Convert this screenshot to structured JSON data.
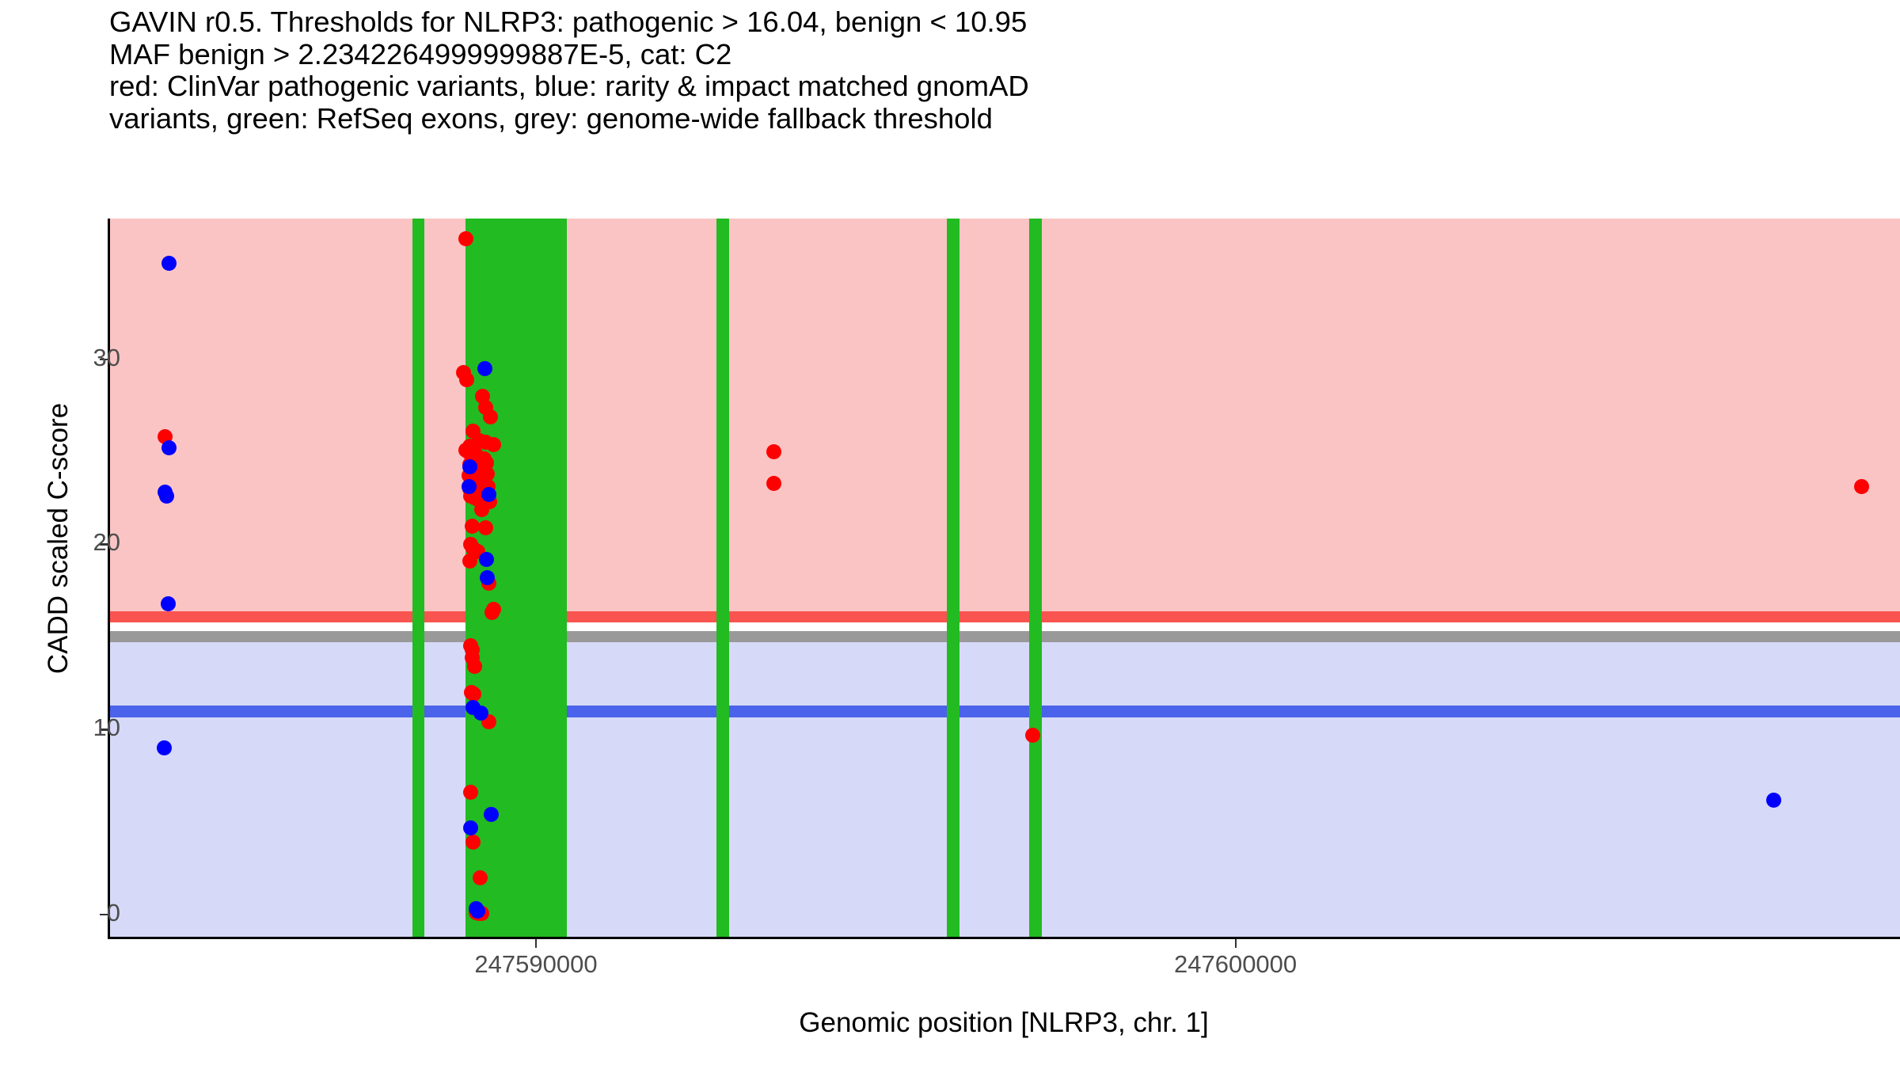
{
  "title": {
    "line1": "GAVIN r0.5. Thresholds for NLRP3: pathogenic > 16.04, benign < 10.95",
    "line2": "MAF benign > 2.2342264999999887E-5, cat: C2",
    "line3": "red: ClinVar pathogenic variants, blue: rarity & impact matched gnomAD",
    "line4": "variants, green: RefSeq exons, grey: genome-wide fallback threshold"
  },
  "chart_data": {
    "type": "scatter",
    "title": "GAVIN r0.5. Thresholds for NLRP3: pathogenic > 16.04, benign < 10.95",
    "xlabel": "Genomic position [NLRP3, chr. 1]",
    "ylabel": "CADD scaled C-score",
    "gene": "NLRP3",
    "chromosome": "1",
    "category": "C2",
    "pathogenic_threshold": 16.04,
    "benign_threshold": 10.95,
    "genome_wide_fallback_threshold": 15.0,
    "maf_benign_threshold": "2.2342264999999887E-5",
    "xlim": [
      247583900,
      247609500
    ],
    "ylim": [
      -1.2,
      37.6
    ],
    "xticks": [
      247590000,
      247600000
    ],
    "xtick_labels": [
      "247590000",
      "247600000"
    ],
    "yticks": [
      0,
      10,
      20,
      30
    ],
    "ytick_labels": [
      "0",
      "10",
      "20",
      "30"
    ],
    "grid": false,
    "legend_position": "none",
    "colors": {
      "pathogenic_point": "#ff0000",
      "benign_point": "#0000ff",
      "exon": "#22bb22",
      "pathogenic_band": "#fac4c4",
      "benign_band": "#d6d9f7",
      "pathogenic_line": "#f9544f",
      "benign_line": "#4a63ea",
      "fallback_line": "#999999",
      "axis": "#000000",
      "tick_label": "#4d4d4d"
    },
    "bands": [
      {
        "name": "pathogenic-region",
        "color": "#fac4c4",
        "y_from": 16.04,
        "y_to": 37.6
      },
      {
        "name": "pathogenic-threshold-line",
        "color": "#f9544f",
        "y_from": 15.78,
        "y_to": 16.38
      },
      {
        "name": "fallback-threshold-line",
        "color": "#999999",
        "y_from": 14.72,
        "y_to": 15.33
      },
      {
        "name": "benign-region",
        "color": "#d6d9f7",
        "y_from": -1.2,
        "y_to": 14.72
      },
      {
        "name": "benign-threshold-line",
        "color": "#4a63ea",
        "y_from": 10.66,
        "y_to": 11.28
      }
    ],
    "exons": [
      {
        "start": 247588230,
        "end": 247588410
      },
      {
        "start": 247588990,
        "end": 247590440
      },
      {
        "start": 247592580,
        "end": 247592760
      },
      {
        "start": 247595870,
        "end": 247596050
      },
      {
        "start": 247597050,
        "end": 247597230
      }
    ],
    "series": [
      {
        "name": "ClinVar pathogenic variants",
        "color": "#ff0000",
        "points": [
          [
            247584700,
            25.8
          ],
          [
            247608950,
            23.1
          ],
          [
            247589000,
            36.5
          ],
          [
            247588960,
            29.3
          ],
          [
            247589015,
            28.9
          ],
          [
            247589240,
            28.0
          ],
          [
            247589280,
            27.4
          ],
          [
            247589350,
            26.9
          ],
          [
            247589105,
            26.1
          ],
          [
            247589195,
            25.6
          ],
          [
            247589280,
            25.5
          ],
          [
            247589390,
            25.4
          ],
          [
            247589060,
            25.3
          ],
          [
            247589000,
            25.1
          ],
          [
            247589035,
            25.0
          ],
          [
            247589135,
            24.9
          ],
          [
            247589075,
            24.8
          ],
          [
            247589120,
            24.7
          ],
          [
            247589165,
            24.6
          ],
          [
            247589255,
            24.6
          ],
          [
            247589290,
            24.4
          ],
          [
            247589060,
            24.3
          ],
          [
            247589100,
            24.2
          ],
          [
            247589145,
            24.1
          ],
          [
            247589190,
            24.0
          ],
          [
            247589230,
            23.9
          ],
          [
            247589300,
            23.8
          ],
          [
            247589040,
            23.7
          ],
          [
            247589085,
            23.6
          ],
          [
            247589130,
            23.5
          ],
          [
            247589175,
            23.4
          ],
          [
            247589220,
            23.3
          ],
          [
            247589265,
            23.2
          ],
          [
            247589310,
            23.1
          ],
          [
            247589055,
            23.0
          ],
          [
            247589100,
            22.9
          ],
          [
            247589145,
            22.85
          ],
          [
            247589200,
            22.8
          ],
          [
            247589255,
            22.75
          ],
          [
            247589310,
            22.7
          ],
          [
            247589070,
            22.6
          ],
          [
            247589120,
            22.5
          ],
          [
            247589165,
            22.45
          ],
          [
            247589215,
            22.4
          ],
          [
            247589290,
            22.35
          ],
          [
            247589340,
            22.3
          ],
          [
            247589220,
            21.9
          ],
          [
            247589090,
            21.0
          ],
          [
            247589280,
            20.9
          ],
          [
            247589065,
            20.0
          ],
          [
            247589100,
            19.8
          ],
          [
            247589165,
            19.6
          ],
          [
            247589060,
            19.1
          ],
          [
            247589330,
            17.9
          ],
          [
            247589400,
            16.5
          ],
          [
            247589375,
            16.3
          ],
          [
            247593400,
            25.0
          ],
          [
            247593400,
            23.3
          ],
          [
            247589065,
            14.5
          ],
          [
            247589090,
            14.3
          ],
          [
            247589085,
            13.9
          ],
          [
            247589120,
            13.4
          ],
          [
            247589075,
            12.0
          ],
          [
            247589110,
            11.9
          ],
          [
            247589330,
            10.4
          ],
          [
            247589070,
            6.6
          ],
          [
            247589095,
            3.9
          ],
          [
            247589200,
            2.0
          ],
          [
            247589145,
            0.1
          ],
          [
            247589180,
            0.05
          ],
          [
            247589230,
            0.05
          ],
          [
            247597100,
            9.7
          ]
        ]
      },
      {
        "name": "rarity & impact matched gnomAD variants",
        "color": "#0000ff",
        "points": [
          [
            247584750,
            35.2
          ],
          [
            247584760,
            25.2
          ],
          [
            247584700,
            22.8
          ],
          [
            247584720,
            22.6
          ],
          [
            247584740,
            16.8
          ],
          [
            247584690,
            9.0
          ],
          [
            247589270,
            29.5
          ],
          [
            247589050,
            24.2
          ],
          [
            247589040,
            23.1
          ],
          [
            247589330,
            22.7
          ],
          [
            247589290,
            19.2
          ],
          [
            247589300,
            18.2
          ],
          [
            247589095,
            11.2
          ],
          [
            247589210,
            10.9
          ],
          [
            247589070,
            4.7
          ],
          [
            247589360,
            5.4
          ],
          [
            247589140,
            0.3
          ],
          [
            247589170,
            0.2
          ],
          [
            247607700,
            6.2
          ]
        ]
      }
    ]
  },
  "axes": {
    "y_label": "CADD scaled C-score",
    "x_label": "Genomic position [NLRP3, chr. 1]"
  }
}
